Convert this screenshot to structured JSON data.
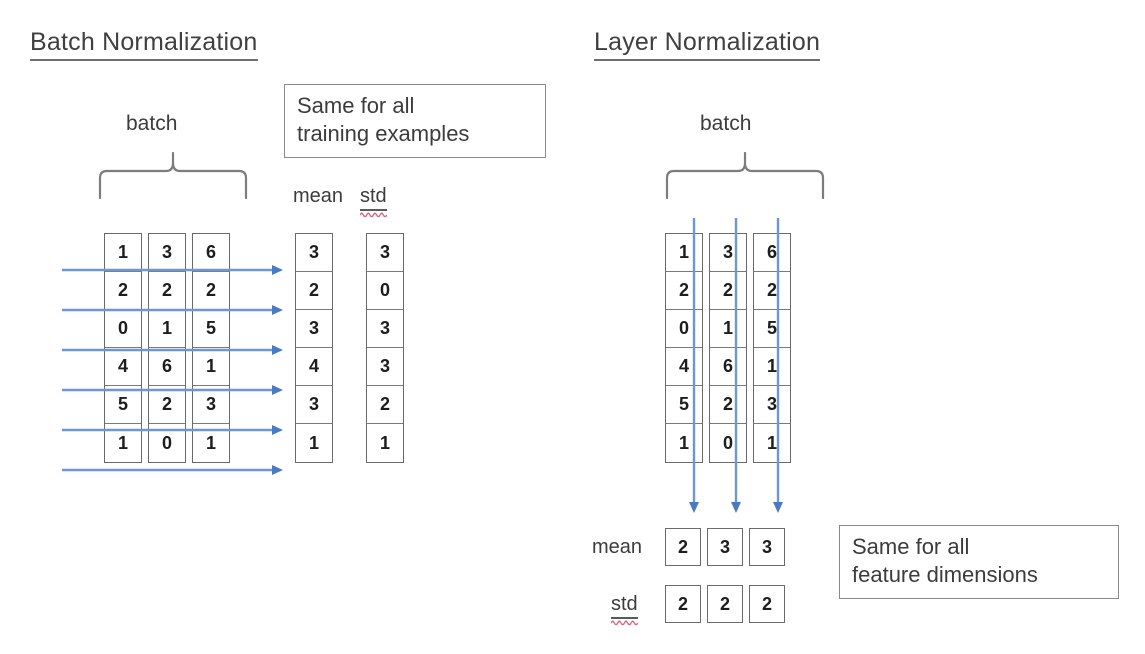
{
  "figure": {
    "title_left": "Batch Normalization",
    "title_right": "Layer Normalization"
  },
  "batch_norm": {
    "title": "Batch Normalization",
    "batch_label": "batch",
    "mean_label": "mean",
    "std_label": "std",
    "callout": "Same for all\ntraining examples",
    "matrix": {
      "columns": [
        [
          "1",
          "2",
          "0",
          "4",
          "5",
          "1"
        ],
        [
          "3",
          "2",
          "1",
          "6",
          "2",
          "0"
        ],
        [
          "6",
          "2",
          "5",
          "1",
          "3",
          "1"
        ]
      ]
    },
    "mean_values": [
      "3",
      "2",
      "3",
      "4",
      "3",
      "1"
    ],
    "std_values": [
      "3",
      "0",
      "3",
      "3",
      "2",
      "1"
    ],
    "arrow_direction": "horizontal",
    "arrow_count": 6
  },
  "layer_norm": {
    "title": "Layer Normalization",
    "batch_label": "batch",
    "mean_label": "mean",
    "std_label": "std",
    "callout": "Same for all\nfeature dimensions",
    "matrix": {
      "columns": [
        [
          "1",
          "2",
          "0",
          "4",
          "5",
          "1"
        ],
        [
          "3",
          "2",
          "1",
          "6",
          "2",
          "0"
        ],
        [
          "6",
          "2",
          "5",
          "1",
          "3",
          "1"
        ]
      ]
    },
    "mean_values": [
      "2",
      "3",
      "3"
    ],
    "std_values": [
      "2",
      "2",
      "2"
    ],
    "arrow_direction": "vertical",
    "arrow_count": 3
  },
  "colors": {
    "arrow_blue": "#6f96d1",
    "box_border": "#6a6a6a",
    "callout_border": "#8a8a8a",
    "text": "#3c3c3c",
    "cell_text": "#1d1d1d",
    "spellcheck_red": "#e0607e",
    "background": "#ffffff"
  },
  "chart_data": {
    "type": "table",
    "title": "Batch Normalization vs Layer Normalization",
    "panels": [
      {
        "name": "Batch Normalization",
        "matrix_columns": [
          [
            "1",
            "2",
            "0",
            "4",
            "5",
            "1"
          ],
          [
            "3",
            "2",
            "1",
            "6",
            "2",
            "0"
          ],
          [
            "6",
            "2",
            "5",
            "1",
            "3",
            "1"
          ]
        ],
        "row_count": 6,
        "column_count": 3,
        "statistic_axis": "rows",
        "mean": [
          "3",
          "2",
          "3",
          "4",
          "3",
          "1"
        ],
        "std": [
          "3",
          "0",
          "3",
          "3",
          "2",
          "1"
        ],
        "annotation": "Same for all training examples"
      },
      {
        "name": "Layer Normalization",
        "matrix_columns": [
          [
            "1",
            "2",
            "0",
            "4",
            "5",
            "1"
          ],
          [
            "3",
            "2",
            "1",
            "6",
            "2",
            "0"
          ],
          [
            "6",
            "2",
            "5",
            "1",
            "3",
            "1"
          ]
        ],
        "row_count": 6,
        "column_count": 3,
        "statistic_axis": "columns",
        "mean": [
          "2",
          "3",
          "3"
        ],
        "std": [
          "2",
          "2",
          "2"
        ],
        "annotation": "Same for all feature dimensions"
      }
    ]
  }
}
